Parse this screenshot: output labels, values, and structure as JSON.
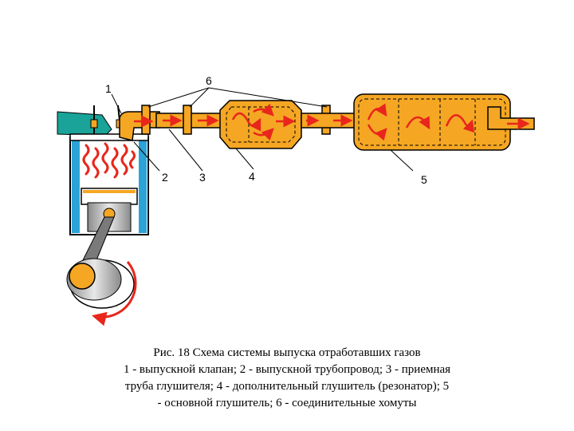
{
  "diagram": {
    "labels": {
      "l1": "1",
      "l2": "2",
      "l3": "3",
      "l4": "4",
      "l5": "5",
      "l6": "6"
    },
    "colors": {
      "pipe": "#f5a623",
      "outline": "#000000",
      "gas_arrow": "#e8261c",
      "intake": "#1aa398",
      "cylinder_wall": "#2ba3d6",
      "piston": "#c0c0c0",
      "crank": "#7a7a7a",
      "pin": "#f5a623"
    }
  },
  "caption": {
    "line1": "Рис. 18 Схема системы выпуска отработавших газов",
    "line2": "1 - выпускной клапан; 2 - выпускной трубопровод; 3 - приемная",
    "line3": "труба глушителя; 4 - дополнительный глушитель (резонатор); 5",
    "line4": "- основной глушитель; 6 - соединительные хомуты"
  }
}
